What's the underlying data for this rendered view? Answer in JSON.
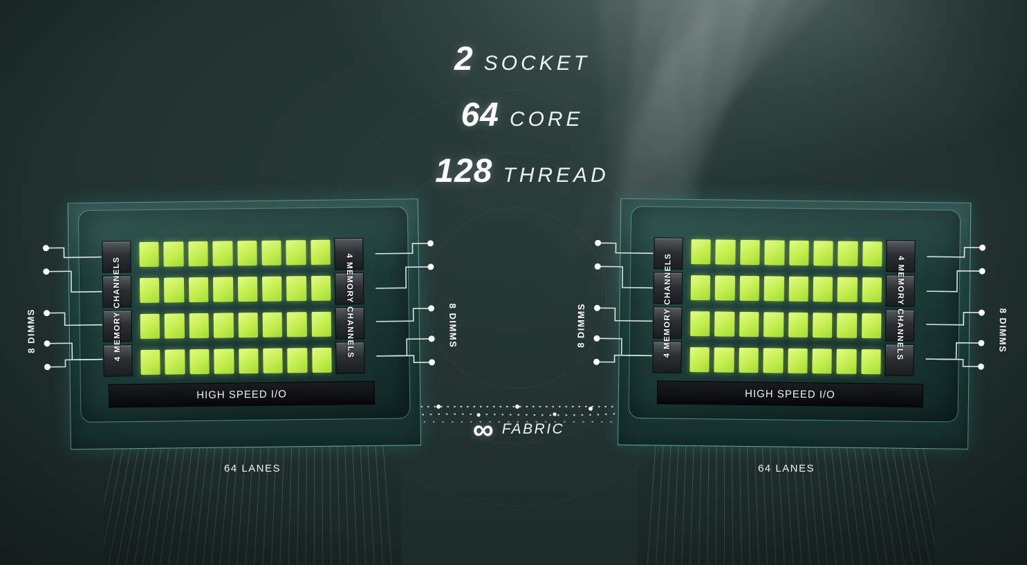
{
  "colors": {
    "core_green": "#c3ee4e",
    "board_teal": "#1d413d",
    "accent_light": "#96ebdc",
    "background_dark": "#16201f"
  },
  "header": {
    "stats": [
      {
        "value": "2",
        "label": "SOCKET"
      },
      {
        "value": "64",
        "label": "CORE"
      },
      {
        "value": "128",
        "label": "THREAD"
      }
    ]
  },
  "fabric": {
    "infinity_icon": "∞",
    "label": "FABRIC"
  },
  "sockets": [
    {
      "side": "left",
      "dimms_left": "8 DIMMS",
      "dimms_right": "8 DIMMS",
      "mem_left": "4 MEMORY CHANNELS",
      "mem_right": "4 MEMORY CHANNELS",
      "io": "HIGH SPEED I/O",
      "lanes": "64 LANES",
      "cores": {
        "rows": 4,
        "cols": 8
      }
    },
    {
      "side": "right",
      "dimms_left": "8 DIMMS",
      "dimms_right": "8 DIMMS",
      "mem_left": "4 MEMORY CHANNELS",
      "mem_right": "4 MEMORY CHANNELS",
      "io": "HIGH SPEED I/O",
      "lanes": "64 LANES",
      "cores": {
        "rows": 4,
        "cols": 8
      }
    }
  ]
}
